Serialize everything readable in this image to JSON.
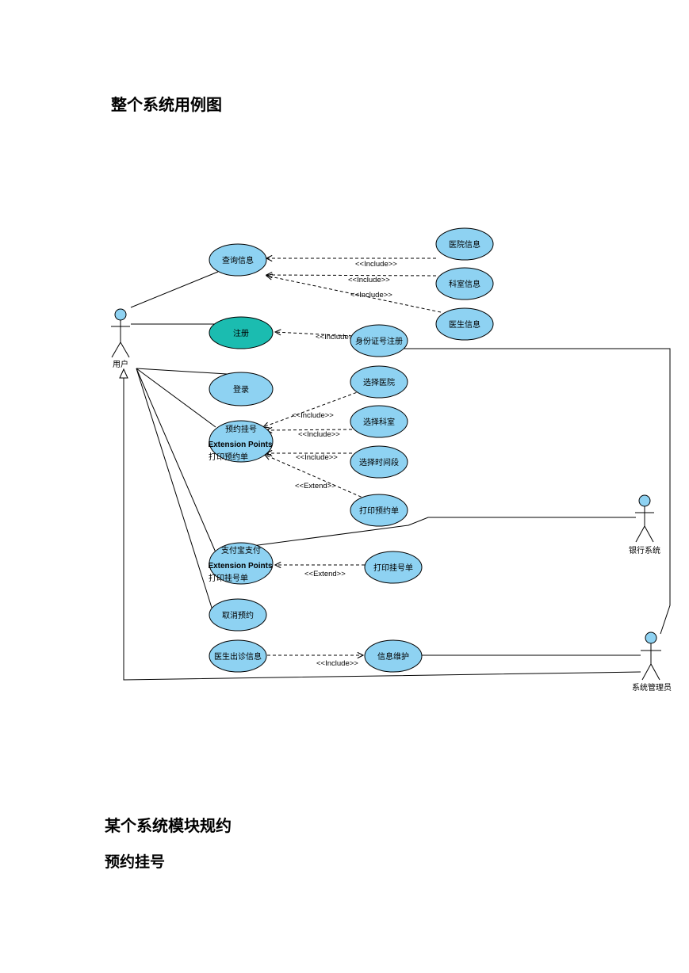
{
  "page": {
    "title": "整个系统用例图",
    "section_title": "某个系统模块规约",
    "module_title": "预约挂号"
  },
  "colors": {
    "usecase_fill": "#8ed2f2",
    "usecase_highlight": "#1bbcb0",
    "stroke": "#000000"
  },
  "actors": {
    "user": "用户",
    "bank": "银行系统",
    "admin": "系统管理员"
  },
  "usecases": {
    "query": "查询信息",
    "hospital_info": "医院信息",
    "dept_info": "科室信息",
    "doctor_info": "医生信息",
    "register": "注册",
    "id_register": "身份证号注册",
    "login": "登录",
    "select_hospital": "选择医院",
    "select_dept": "选择科室",
    "select_time": "选择时间段",
    "appointment": "预约挂号",
    "appointment_ep_title": "Extension Points",
    "appointment_ep": "打印预约单",
    "print_appointment": "打印预约单",
    "alipay": "支付宝支付",
    "alipay_ep_title": "Extension Points",
    "alipay_ep": "打印挂号单",
    "print_registration": "打印挂号单",
    "cancel": "取消预约",
    "doctor_schedule": "医生出诊信息",
    "maintenance": "信息维护"
  },
  "relations": {
    "include": "<<Include>>",
    "extend": "<<Extend>>"
  }
}
